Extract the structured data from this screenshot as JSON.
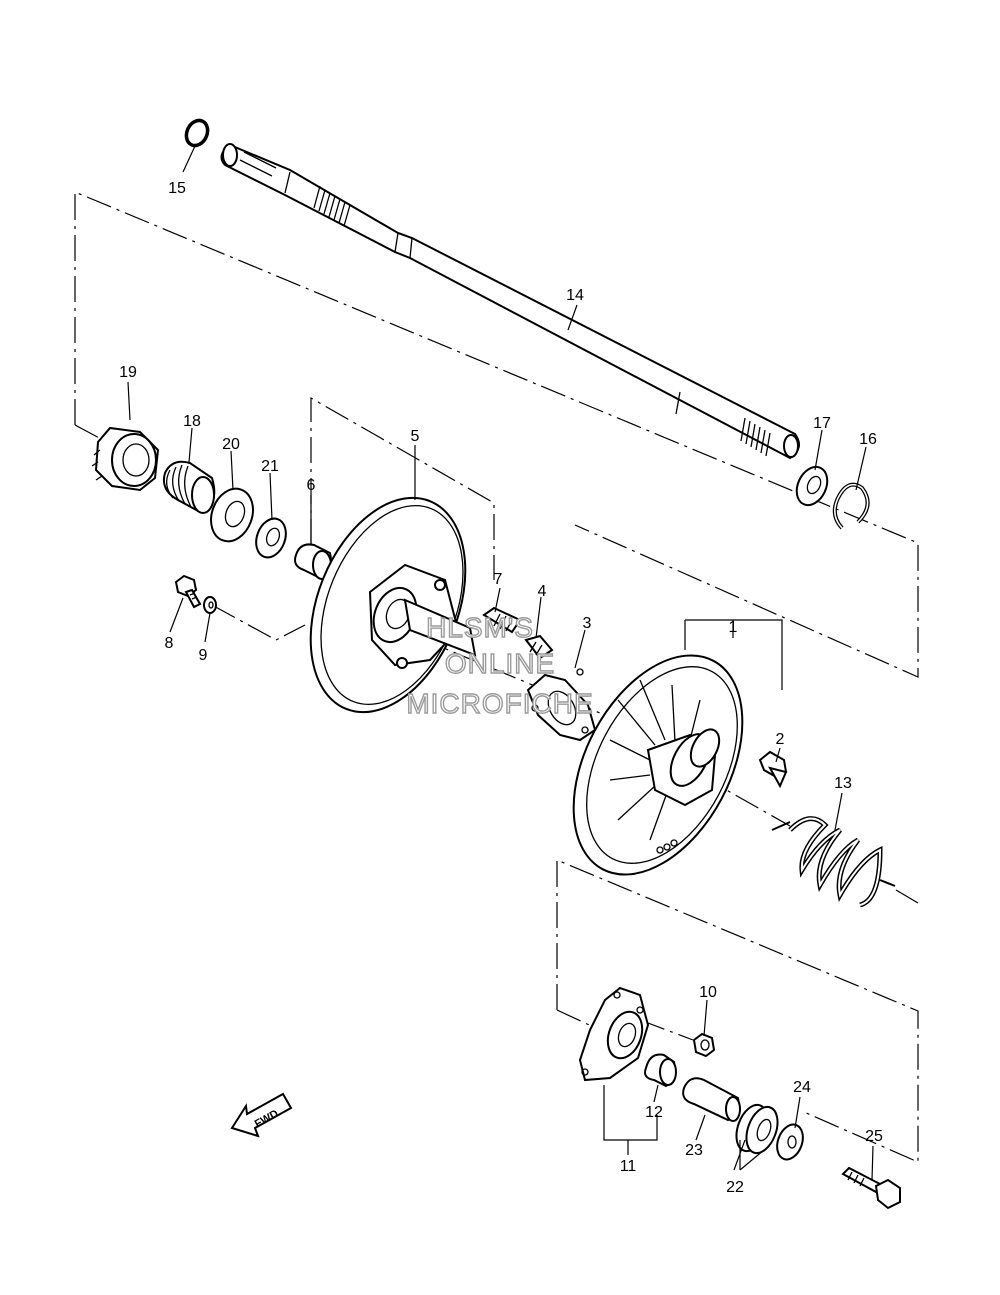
{
  "watermark": {
    "line1": "HLSM'S",
    "line2": "ONLINE",
    "line3": "MICROFICHE"
  },
  "fwd_label": "FWD",
  "callouts": {
    "c1": "1",
    "c2": "2",
    "c3": "3",
    "c4": "4",
    "c5": "5",
    "c6": "6",
    "c7": "7",
    "c8": "8",
    "c9": "9",
    "c10": "10",
    "c11": "11",
    "c12": "12",
    "c13": "13",
    "c14": "14",
    "c15": "15",
    "c16": "16",
    "c17": "17",
    "c18": "18",
    "c19": "19",
    "c20": "20",
    "c21": "21",
    "c22": "22",
    "c23": "23",
    "c24": "24",
    "c25": "25"
  }
}
